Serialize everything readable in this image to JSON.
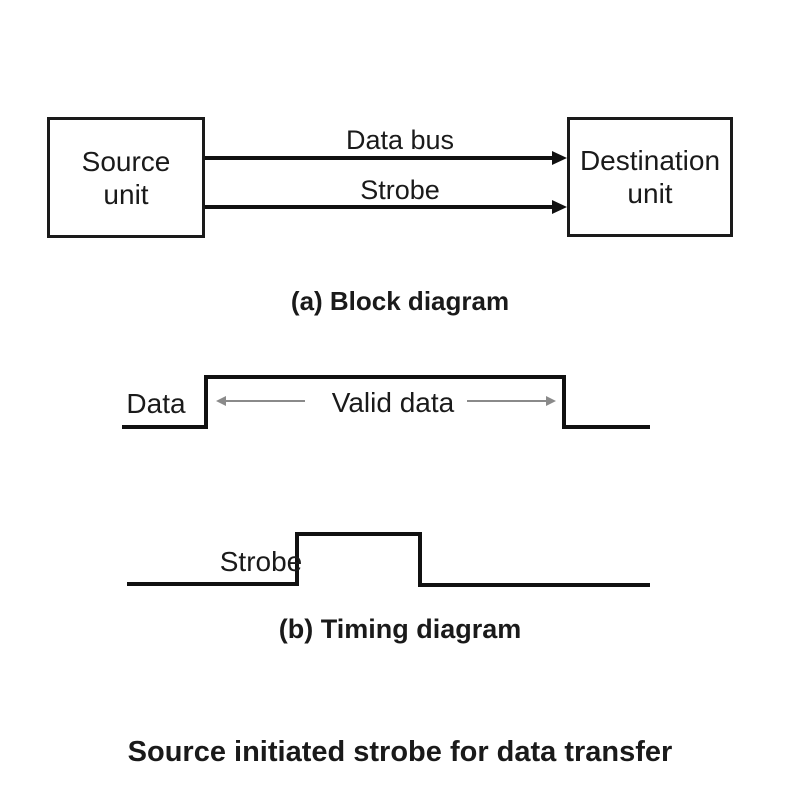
{
  "colors": {
    "line": "#111111",
    "arrow_gray": "#8a8a8a",
    "text": "#1a1a1a",
    "background": "#ffffff"
  },
  "block_diagram": {
    "source_box": {
      "line1": "Source",
      "line2": "unit"
    },
    "destination_box": {
      "line1": "Destination",
      "line2": "unit"
    },
    "data_bus_label": "Data bus",
    "strobe_label": "Strobe",
    "caption": "(a) Block diagram"
  },
  "timing_diagram": {
    "data_label": "Data",
    "valid_data_label": "Valid data",
    "strobe_label": "Strobe",
    "caption": "(b) Timing diagram"
  },
  "figure_caption": "Source initiated strobe for data transfer"
}
